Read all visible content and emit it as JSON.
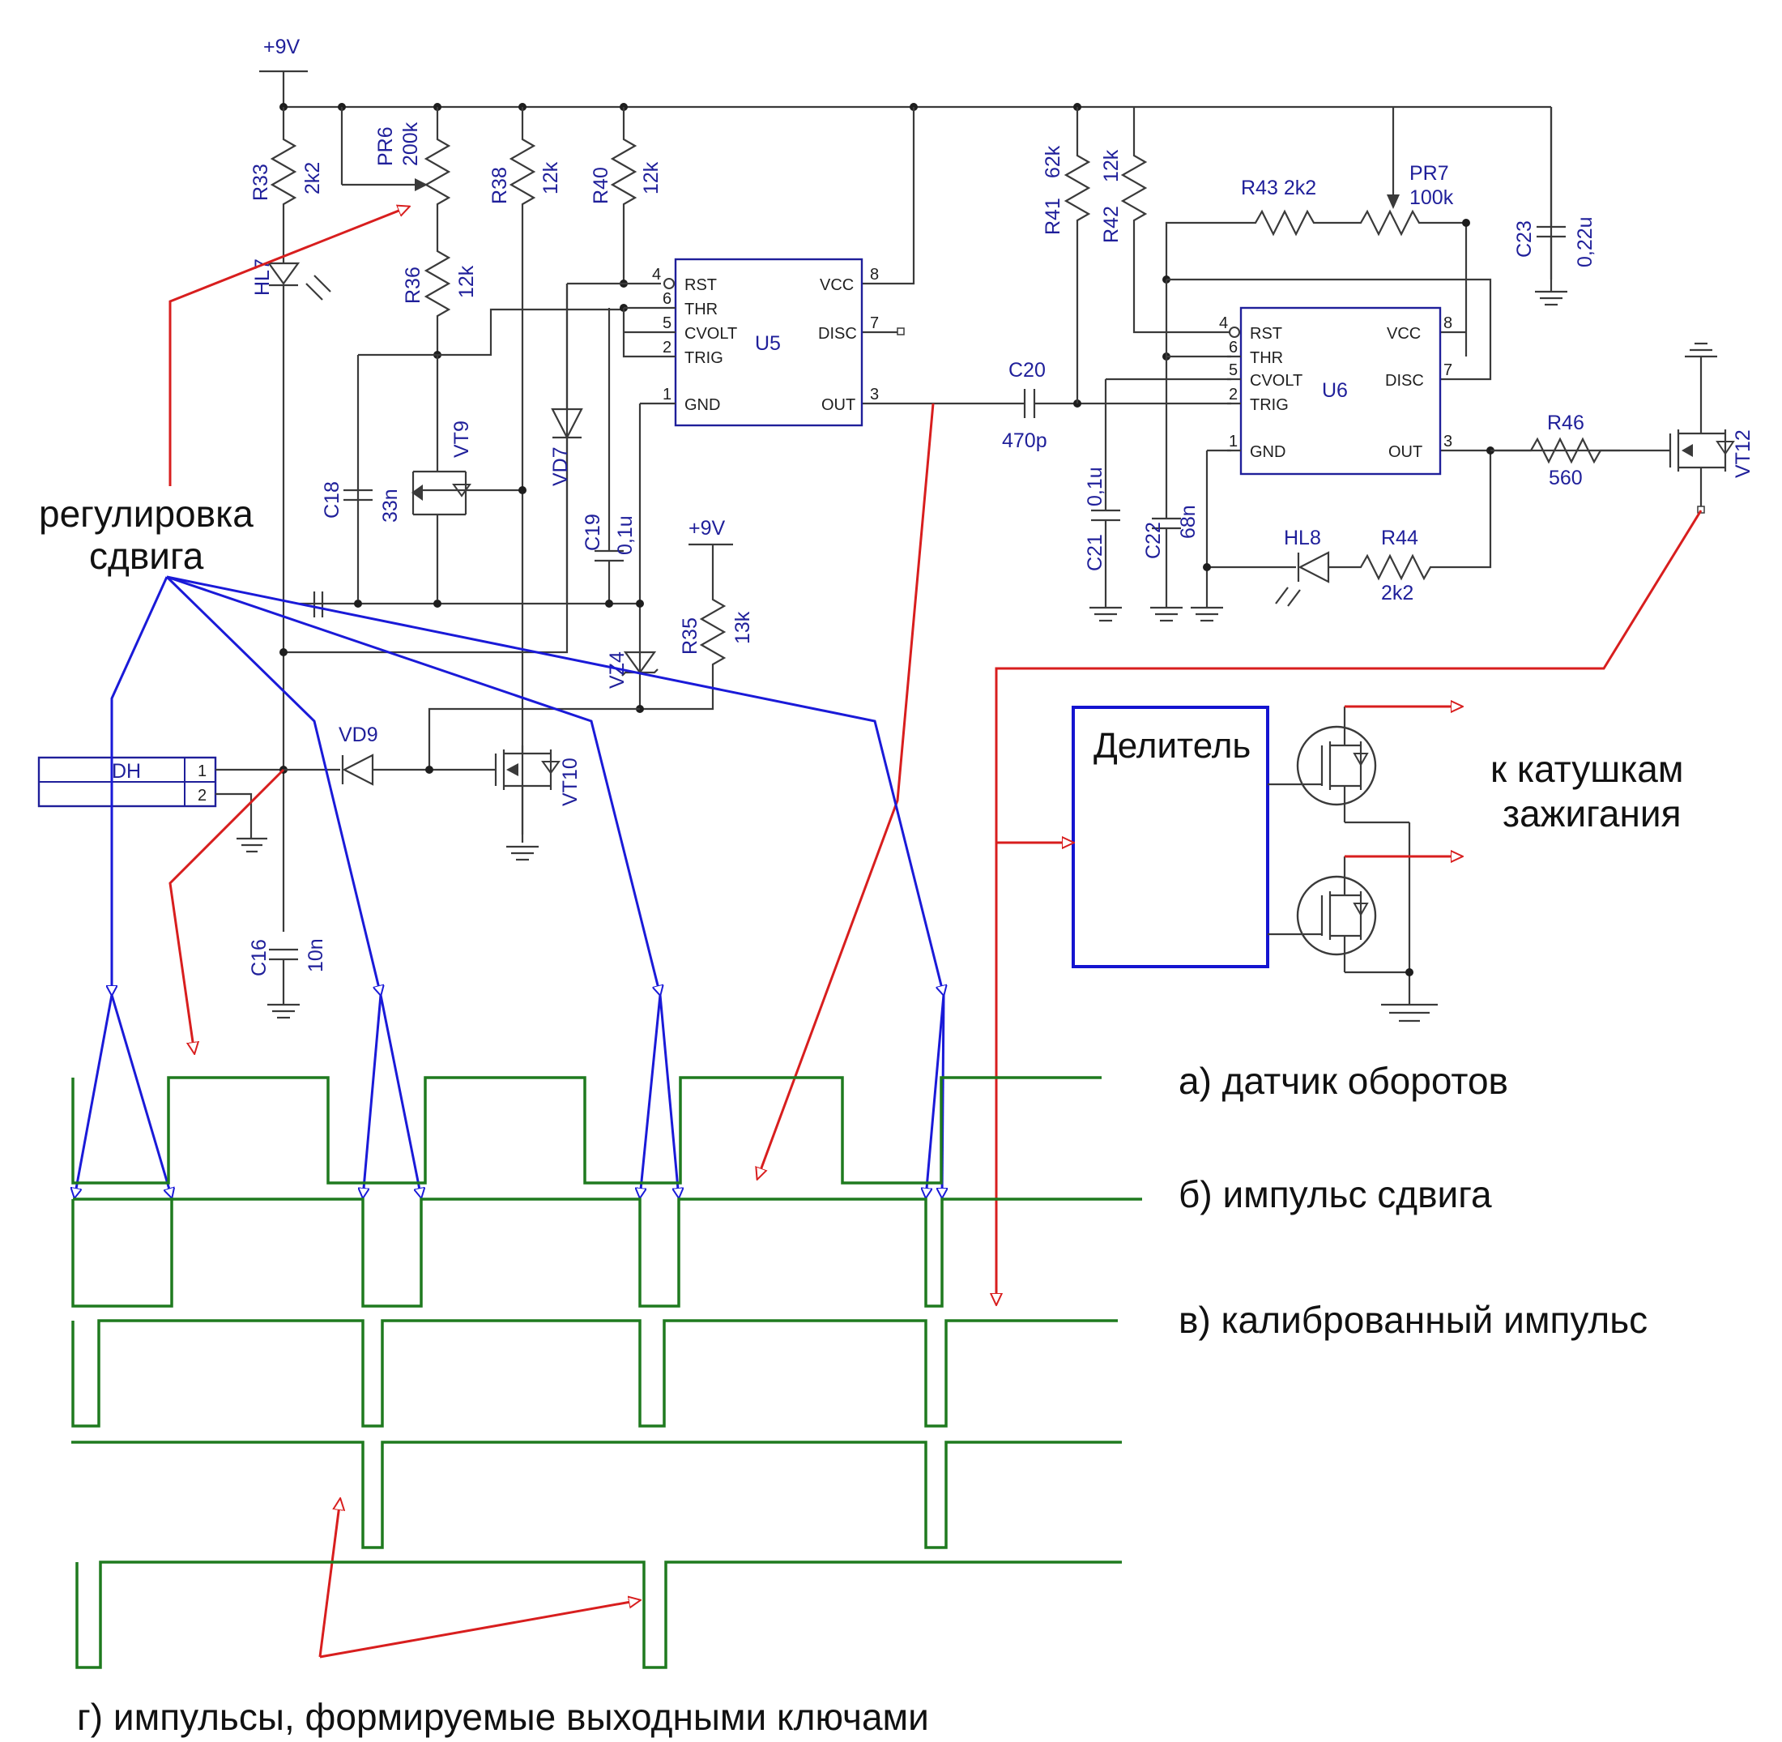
{
  "supply": {
    "main": "+9V",
    "secondary": "+9V"
  },
  "components": {
    "R33": {
      "ref": "R33",
      "value": "2k2"
    },
    "PR6": {
      "ref": "PR6",
      "value": "200k"
    },
    "R36": {
      "ref": "R36",
      "value": "12k"
    },
    "R38": {
      "ref": "R38",
      "value": "12k"
    },
    "R40": {
      "ref": "R40",
      "value": "12k"
    },
    "R35": {
      "ref": "R35",
      "value": "13k"
    },
    "R41": {
      "ref": "R41",
      "value": "62k"
    },
    "R42": {
      "ref": "R42",
      "value": "12k"
    },
    "R43": {
      "ref": "R43",
      "value": "2k2"
    },
    "PR7": {
      "ref": "PR7",
      "value": "100k"
    },
    "R44": {
      "ref": "R44",
      "value": "2k2"
    },
    "R46": {
      "ref": "R46",
      "value": "560"
    },
    "C16": {
      "ref": "C16",
      "value": "10n"
    },
    "C18": {
      "ref": "C18",
      "value": "33n"
    },
    "C19": {
      "ref": "C19",
      "value": "0,1u"
    },
    "C20": {
      "ref": "C20",
      "value": "470p"
    },
    "C21": {
      "ref": "C21",
      "value": "0,1u"
    },
    "C22": {
      "ref": "C22",
      "value": "68n"
    },
    "C23": {
      "ref": "C23",
      "value": "0,22u"
    },
    "HL7": {
      "ref": "HL7"
    },
    "HL8": {
      "ref": "HL8"
    },
    "VD7": {
      "ref": "VD7"
    },
    "VD9": {
      "ref": "VD9"
    },
    "VZ4": {
      "ref": "VZ4"
    },
    "VT9": {
      "ref": "VT9"
    },
    "VT10": {
      "ref": "VT10"
    },
    "VT12": {
      "ref": "VT12"
    },
    "DH": {
      "ref": "DH",
      "pin1": "1",
      "pin2": "2"
    }
  },
  "ic_u5": {
    "ref": "U5",
    "pins_left": [
      {
        "num": "4",
        "name": "RST"
      },
      {
        "num": "6",
        "name": "THR"
      },
      {
        "num": "5",
        "name": "CVOLT"
      },
      {
        "num": "2",
        "name": "TRIG"
      },
      {
        "num": "1",
        "name": "GND"
      }
    ],
    "pins_right": [
      {
        "num": "8",
        "name": "VCC"
      },
      {
        "num": "7",
        "name": "DISC"
      },
      {
        "num": "3",
        "name": "OUT"
      }
    ]
  },
  "ic_u6": {
    "ref": "U6",
    "pins_left": [
      {
        "num": "4",
        "name": "RST"
      },
      {
        "num": "6",
        "name": "THR"
      },
      {
        "num": "5",
        "name": "CVOLT"
      },
      {
        "num": "2",
        "name": "TRIG"
      },
      {
        "num": "1",
        "name": "GND"
      }
    ],
    "pins_right": [
      {
        "num": "8",
        "name": "VCC"
      },
      {
        "num": "7",
        "name": "DISC"
      },
      {
        "num": "3",
        "name": "OUT"
      }
    ]
  },
  "annotations": {
    "shift_adjust_1": "регулировка",
    "shift_adjust_2": "сдвига",
    "divider": "Делитель",
    "coils_1": "к катушкам",
    "coils_2": "зажигания"
  },
  "waveforms": {
    "a": "а) датчик оборотов",
    "b": "б) импульс сдвига",
    "v": "в) калиброванный импульс",
    "g": "г) импульсы, формируемые выходными ключами"
  },
  "colors": {
    "wire": "#3a3a3a",
    "labels": "#1f1f9a",
    "waveform": "#1f7a1f",
    "blue_arrows": "#1a1ad8",
    "red_arrows": "#d81e1e",
    "divider_box": "#1414d0"
  }
}
